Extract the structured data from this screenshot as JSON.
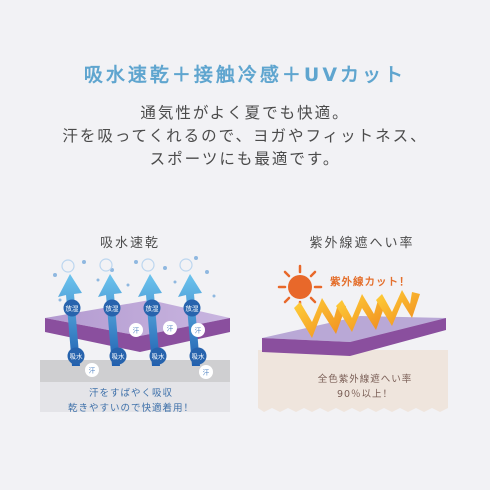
{
  "title": "吸水速乾＋接触冷感＋UVカット",
  "description": [
    "通気性がよく夏でも快適。",
    "汗を吸ってくれるので、ヨガやフィットネス、",
    "スポーツにも最適です。"
  ],
  "left_panel": {
    "label": "吸水速乾",
    "release_badges": [
      "放湿",
      "放湿",
      "放湿",
      "放湿"
    ],
    "absorb_badges": [
      "吸水",
      "吸水",
      "吸水",
      "吸水"
    ],
    "sweat_marks": [
      "汗",
      "汗",
      "汗",
      "汗",
      "汗"
    ],
    "caption": [
      "汗をすばやく吸収",
      "乾きやすいので快適着用！"
    ]
  },
  "right_panel": {
    "label": "紫外線遮へい率",
    "uv_cut_label": "紫外線カット！",
    "caption": [
      "全色紫外線遮へい率",
      "90％以上！"
    ]
  },
  "colors": {
    "title_blue": "#5fa5cf",
    "arrow_blue": "#3d8fd6",
    "fabric_purple": "#8a4f9e",
    "uv_orange": "#e46f2c",
    "sun": "#e8682a"
  }
}
